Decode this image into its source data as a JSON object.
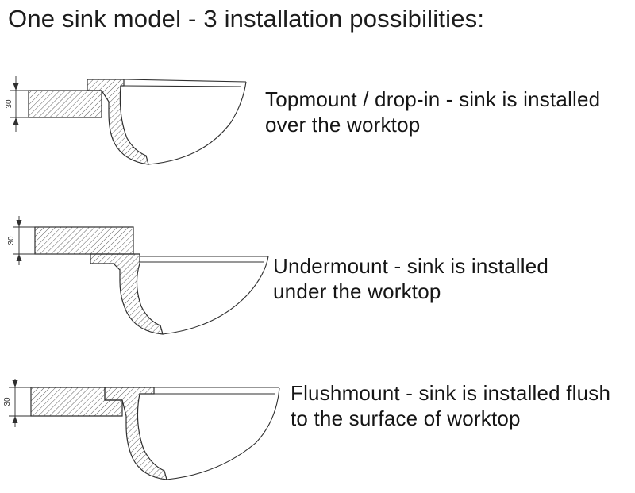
{
  "title": "One sink model - 3 installation possibilities:",
  "figures": [
    {
      "name": "topmount",
      "dimension_label": "30",
      "caption": "Topmount / drop-in - sink is installed over the worktop"
    },
    {
      "name": "undermount",
      "dimension_label": "30",
      "caption": "Undermount - sink is installed under the worktop"
    },
    {
      "name": "flushmount",
      "dimension_label": "30",
      "caption": "Flushmount - sink is installed flush to the surface of worktop"
    }
  ],
  "colors": {
    "line": "#2f2f2f",
    "text": "#151515",
    "background": "#ffffff"
  }
}
